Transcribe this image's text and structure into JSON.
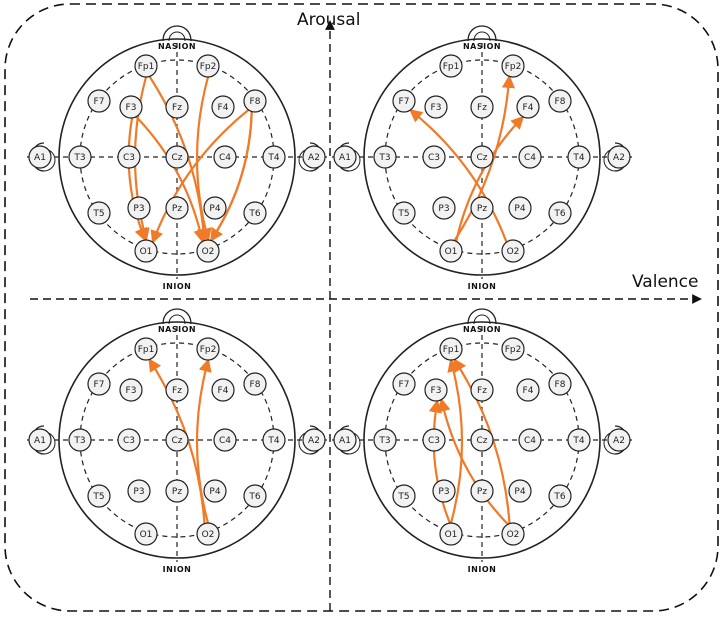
{
  "axes": {
    "x_label": "Valence",
    "y_label": "Arousal"
  },
  "landmarks": {
    "nasion": "NASION",
    "inion": "INION"
  },
  "colors": {
    "connection": "#f07a28",
    "line": "#222222",
    "electrode_fill": "#f2f2f2"
  },
  "electrodes": [
    {
      "id": "Fp1",
      "label": "Fp1"
    },
    {
      "id": "Fp2",
      "label": "Fp2"
    },
    {
      "id": "F7",
      "label": "F7"
    },
    {
      "id": "F3",
      "label": "F3"
    },
    {
      "id": "Fz",
      "label": "Fz"
    },
    {
      "id": "F4",
      "label": "F4"
    },
    {
      "id": "F8",
      "label": "F8"
    },
    {
      "id": "A1",
      "label": "A1"
    },
    {
      "id": "T3",
      "label": "T3"
    },
    {
      "id": "C3",
      "label": "C3"
    },
    {
      "id": "Cz",
      "label": "Cz"
    },
    {
      "id": "C4",
      "label": "C4"
    },
    {
      "id": "T4",
      "label": "T4"
    },
    {
      "id": "A2",
      "label": "A2"
    },
    {
      "id": "T5",
      "label": "T5"
    },
    {
      "id": "P3",
      "label": "P3"
    },
    {
      "id": "Pz",
      "label": "Pz"
    },
    {
      "id": "P4",
      "label": "P4"
    },
    {
      "id": "T6",
      "label": "T6"
    },
    {
      "id": "O1",
      "label": "O1"
    },
    {
      "id": "O2",
      "label": "O2"
    }
  ],
  "quadrants": [
    {
      "id": "top-left",
      "connections": [
        [
          "Fp1",
          "O1"
        ],
        [
          "Fp1",
          "O2"
        ],
        [
          "F3",
          "O1"
        ],
        [
          "F3",
          "O2"
        ],
        [
          "F8",
          "O1"
        ],
        [
          "F8",
          "O2"
        ],
        [
          "Fp2",
          "O2"
        ],
        [
          "F8",
          "O2"
        ]
      ]
    },
    {
      "id": "top-right",
      "connections": [
        [
          "O1",
          "Fp2"
        ],
        [
          "O1",
          "F4"
        ],
        [
          "O2",
          "F7"
        ]
      ]
    },
    {
      "id": "bottom-left",
      "connections": [
        [
          "O2",
          "Fp1"
        ],
        [
          "O2",
          "Fp2"
        ]
      ]
    },
    {
      "id": "bottom-right",
      "connections": [
        [
          "O1",
          "Fp1"
        ],
        [
          "O1",
          "F3"
        ],
        [
          "O2",
          "Fp1"
        ],
        [
          "O2",
          "F3"
        ]
      ]
    }
  ]
}
